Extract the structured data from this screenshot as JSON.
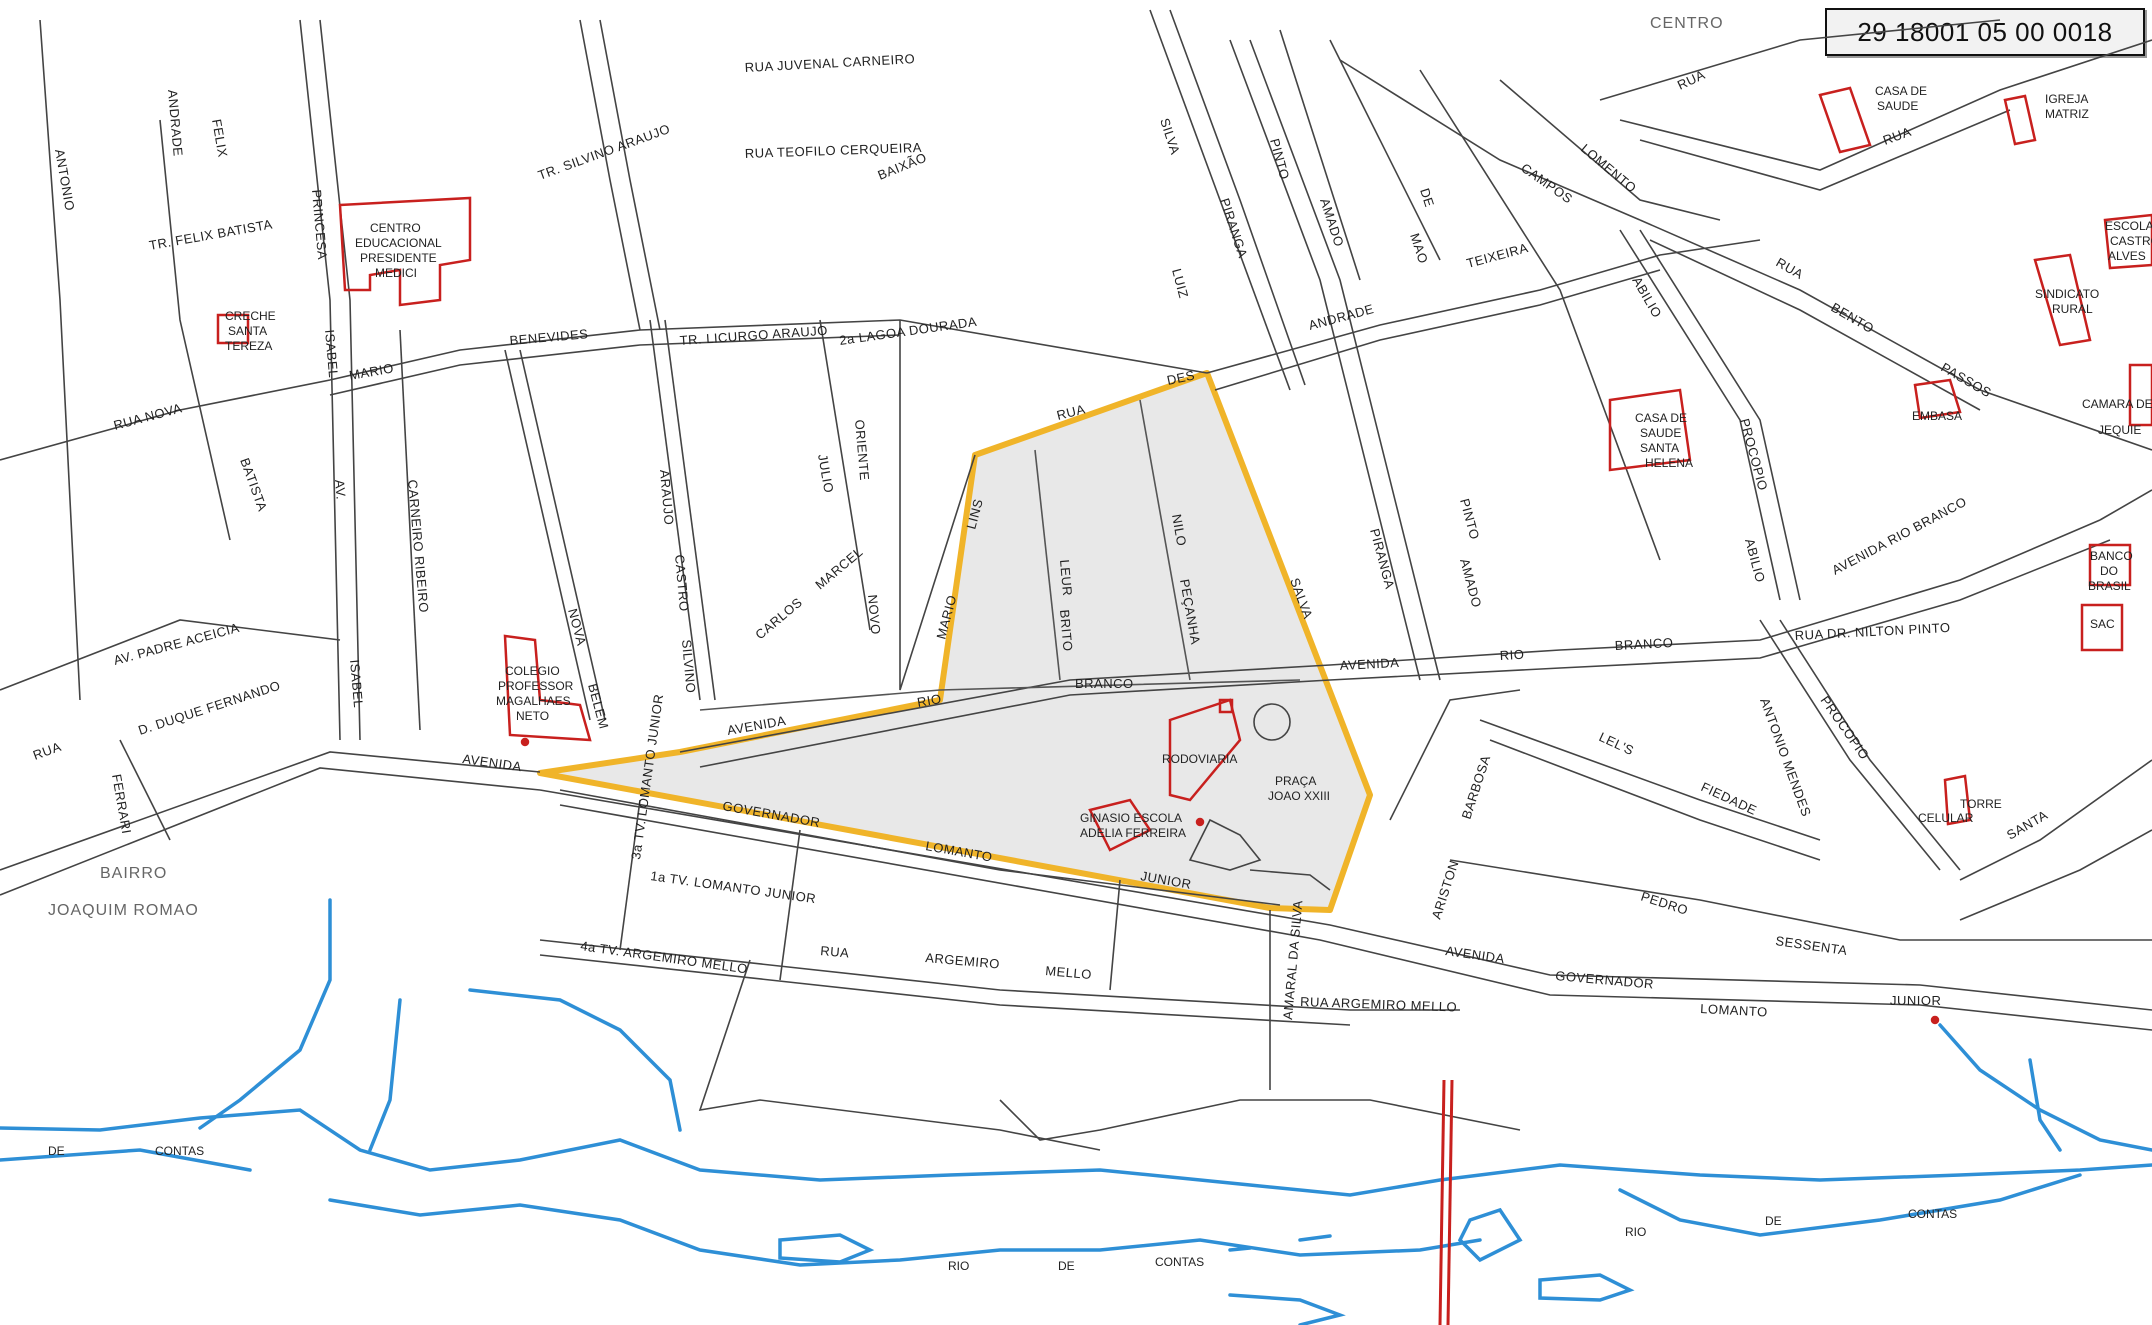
{
  "sector_code": "29 18001 05 00 0018",
  "colors": {
    "street": "#444444",
    "river": "#2e8fd6",
    "building": "#c8201e",
    "sector_outline": "#f0b429",
    "sector_fill": "#e8e8e8"
  },
  "districts": {
    "centro": "CENTRO",
    "bairro": "BAIRRO",
    "joaquim_romao": "JOAQUIM ROMAO"
  },
  "streets": {
    "rua": "RUA",
    "av": "AV.",
    "avenida": "AVENIDA",
    "governador": "GOVERNADOR",
    "lomanto": "LOMANTO",
    "junior": "JUNIOR",
    "rio": "RIO",
    "branco": "BRANCO",
    "des": "DES",
    "mario": "MARIO",
    "lins": "LINS",
    "leur": "LEUR",
    "brito": "BRITO",
    "nilo": "NILO",
    "pecanha": "PEÇANHA",
    "luiz": "LUIZ",
    "salva": "SALVA",
    "andrade": "ANDRADE",
    "teixeira": "TEIXEIRA",
    "benevides": "BENEVIDES",
    "mario2": "MARIO",
    "principe": "PRINCESA",
    "isabel": "ISABEL",
    "carneiro_ribeiro": "CARNEIRO RIBEIRO",
    "nova": "NOVA",
    "belem": "BELEM",
    "araujo": "ARAUJO",
    "castro": "CASTRO",
    "silvino": "SILVINO",
    "carlos": "CARLOS",
    "marcel": "MARCEL",
    "oriente": "ORIENTE",
    "novo": "NOVO",
    "julio": "JULIO",
    "silva": "SILVA",
    "tr_lucurgo": "TR. LICURGO ARAUJO",
    "lagoa_dourada": "2a LAGOA DOURADA",
    "teofilo": "RUA TEOFILO CERQUEIRA",
    "juvenal": "RUA JUVENAL CARNEIRO",
    "tr_silvino": "TR. SILVINO ARAUJO",
    "baixao": "BAIXÃO",
    "rua_nova": "RUA NOVA",
    "padre_aceicia": "AV. PADRE ACEICIA",
    "duque_fernando": "D. DUQUE FERNANDO",
    "ferrari": "FERRARI",
    "tr_feliz_batista": "TR. FELIX BATISTA",
    "feliz": "FELIX",
    "batista": "BATISTA",
    "andrade2": "ANDRADE",
    "antonio": "ANTONIO",
    "pinto": "PINTO",
    "amado": "AMADO",
    "piranga": "PIRANGA",
    "campos": "CAMPOS",
    "lomento": "LOMENTO",
    "bento": "BENTO",
    "passos": "PASSOS",
    "abilio": "ABILIO",
    "procopio": "PROCOPIO",
    "avenida_rio_branco": "AVENIDA RIO BRANCO",
    "rio2": "RIO",
    "branco2": "BRANCO",
    "lels": "LEL'S",
    "fiedade": "FIEDADE",
    "ariston": "ARISTON",
    "barbosa": "BARBOSA",
    "pedro": "PEDRO",
    "sessenta": "SESSENTA",
    "argemiro": "ARGEMIRO",
    "mello": "MELLO",
    "rua_argemiro_mello": "RUA ARGEMIRO MELLO",
    "tv_lomanto": "1a TV. LOMANTO JUNIOR",
    "tv_lomanto2": "3a TV. LOMANTO JUNIOR",
    "tv_argemiro": "4a TV. ARGEMIRO MELLO",
    "amaral": "AMARAL DA SILVA",
    "dr_nilton_pinto": "RUA DR. NILTON PINTO",
    "antonio_mendes": "ANTONIO MENDES",
    "santa": "SANTA",
    "de": "DE",
    "mao": "MAO"
  },
  "places": {
    "centro_educacional": [
      "CENTRO",
      "EDUCACIONAL",
      "PRESIDENTE",
      "MEDICI"
    ],
    "creche": [
      "CRECHE",
      "SANTA",
      "TEREZA"
    ],
    "colegio": [
      "COLEGIO",
      "PROFESSOR",
      "MAGALHAES",
      "NETO"
    ],
    "rodoviaria": "RODOVIARIA",
    "praca": [
      "PRAÇA",
      "JOAO XXIII"
    ],
    "ginasio": [
      "GINASIO ESCOLA",
      "ADELIA FERREIRA"
    ],
    "casa_saude_centro": [
      "CASA DE",
      "SAUDE"
    ],
    "igreja_matriz": [
      "IGREJA",
      "MATRIZ"
    ],
    "escola_castro": [
      "ESCOLA",
      "CASTRO",
      "ALVES"
    ],
    "sindicato_rural": [
      "SINDICATO",
      "RURAL"
    ],
    "casa_saude_helena": [
      "CASA DE",
      "SAUDE",
      "SANTA",
      "HELENA"
    ],
    "embasa": "EMBASA",
    "camara": [
      "CAMARA DE",
      "JEQUIE"
    ],
    "banco_brasil": [
      "BANCO",
      "DO",
      "BRASIL"
    ],
    "sac": "SAC",
    "torre_celular": [
      "TORRE",
      "CELULAR"
    ]
  },
  "river": {
    "name": "RIO",
    "de": "DE",
    "contas": "CONTAS"
  }
}
